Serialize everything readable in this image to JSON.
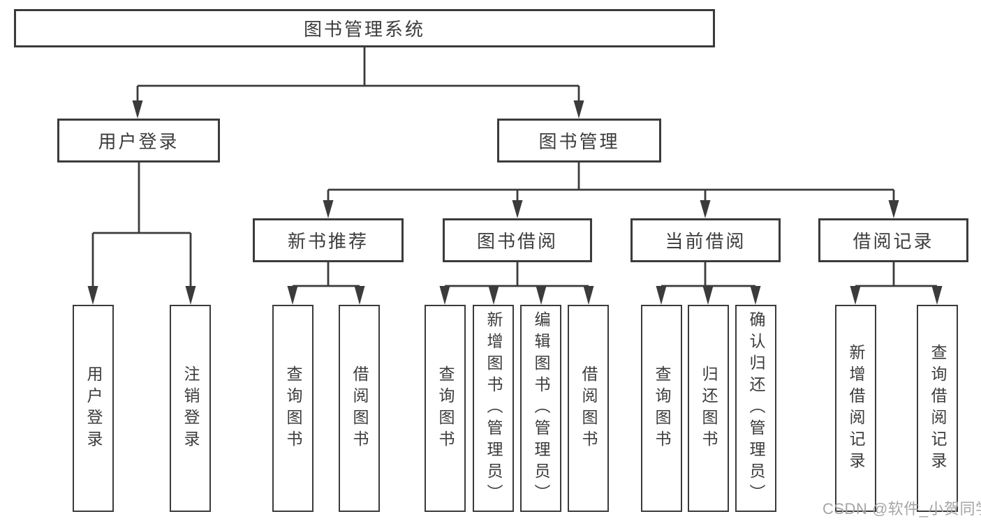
{
  "diagram_title": "图书管理系统",
  "tree": {
    "root": {
      "label": "图书管理系统"
    },
    "branches": [
      {
        "label": "用户登录",
        "children": [
          {
            "label": "用户登录"
          },
          {
            "label": "注销登录"
          }
        ]
      },
      {
        "label": "图书管理",
        "children": [
          {
            "label": "新书推荐",
            "children": [
              {
                "label": "查询图书"
              },
              {
                "label": "借阅图书"
              }
            ]
          },
          {
            "label": "图书借阅",
            "children": [
              {
                "label": "查询图书"
              },
              {
                "label": "新增图书（管理员）"
              },
              {
                "label": "编辑图书（管理员）"
              },
              {
                "label": "借阅图书"
              }
            ]
          },
          {
            "label": "当前借阅",
            "children": [
              {
                "label": "查询图书"
              },
              {
                "label": "归还图书"
              },
              {
                "label": "确认归还（管理员）"
              }
            ]
          },
          {
            "label": "借阅记录",
            "children": [
              {
                "label": "新增借阅记录"
              },
              {
                "label": "查询借阅记录"
              }
            ]
          }
        ]
      }
    ]
  },
  "watermark": {
    "text": "CSDN @软件_小贺同学"
  },
  "colors": {
    "line": "#3b3b3b",
    "text": "#3c3c3c",
    "background": "#ffffff",
    "watermark": "#a5a5a5"
  }
}
